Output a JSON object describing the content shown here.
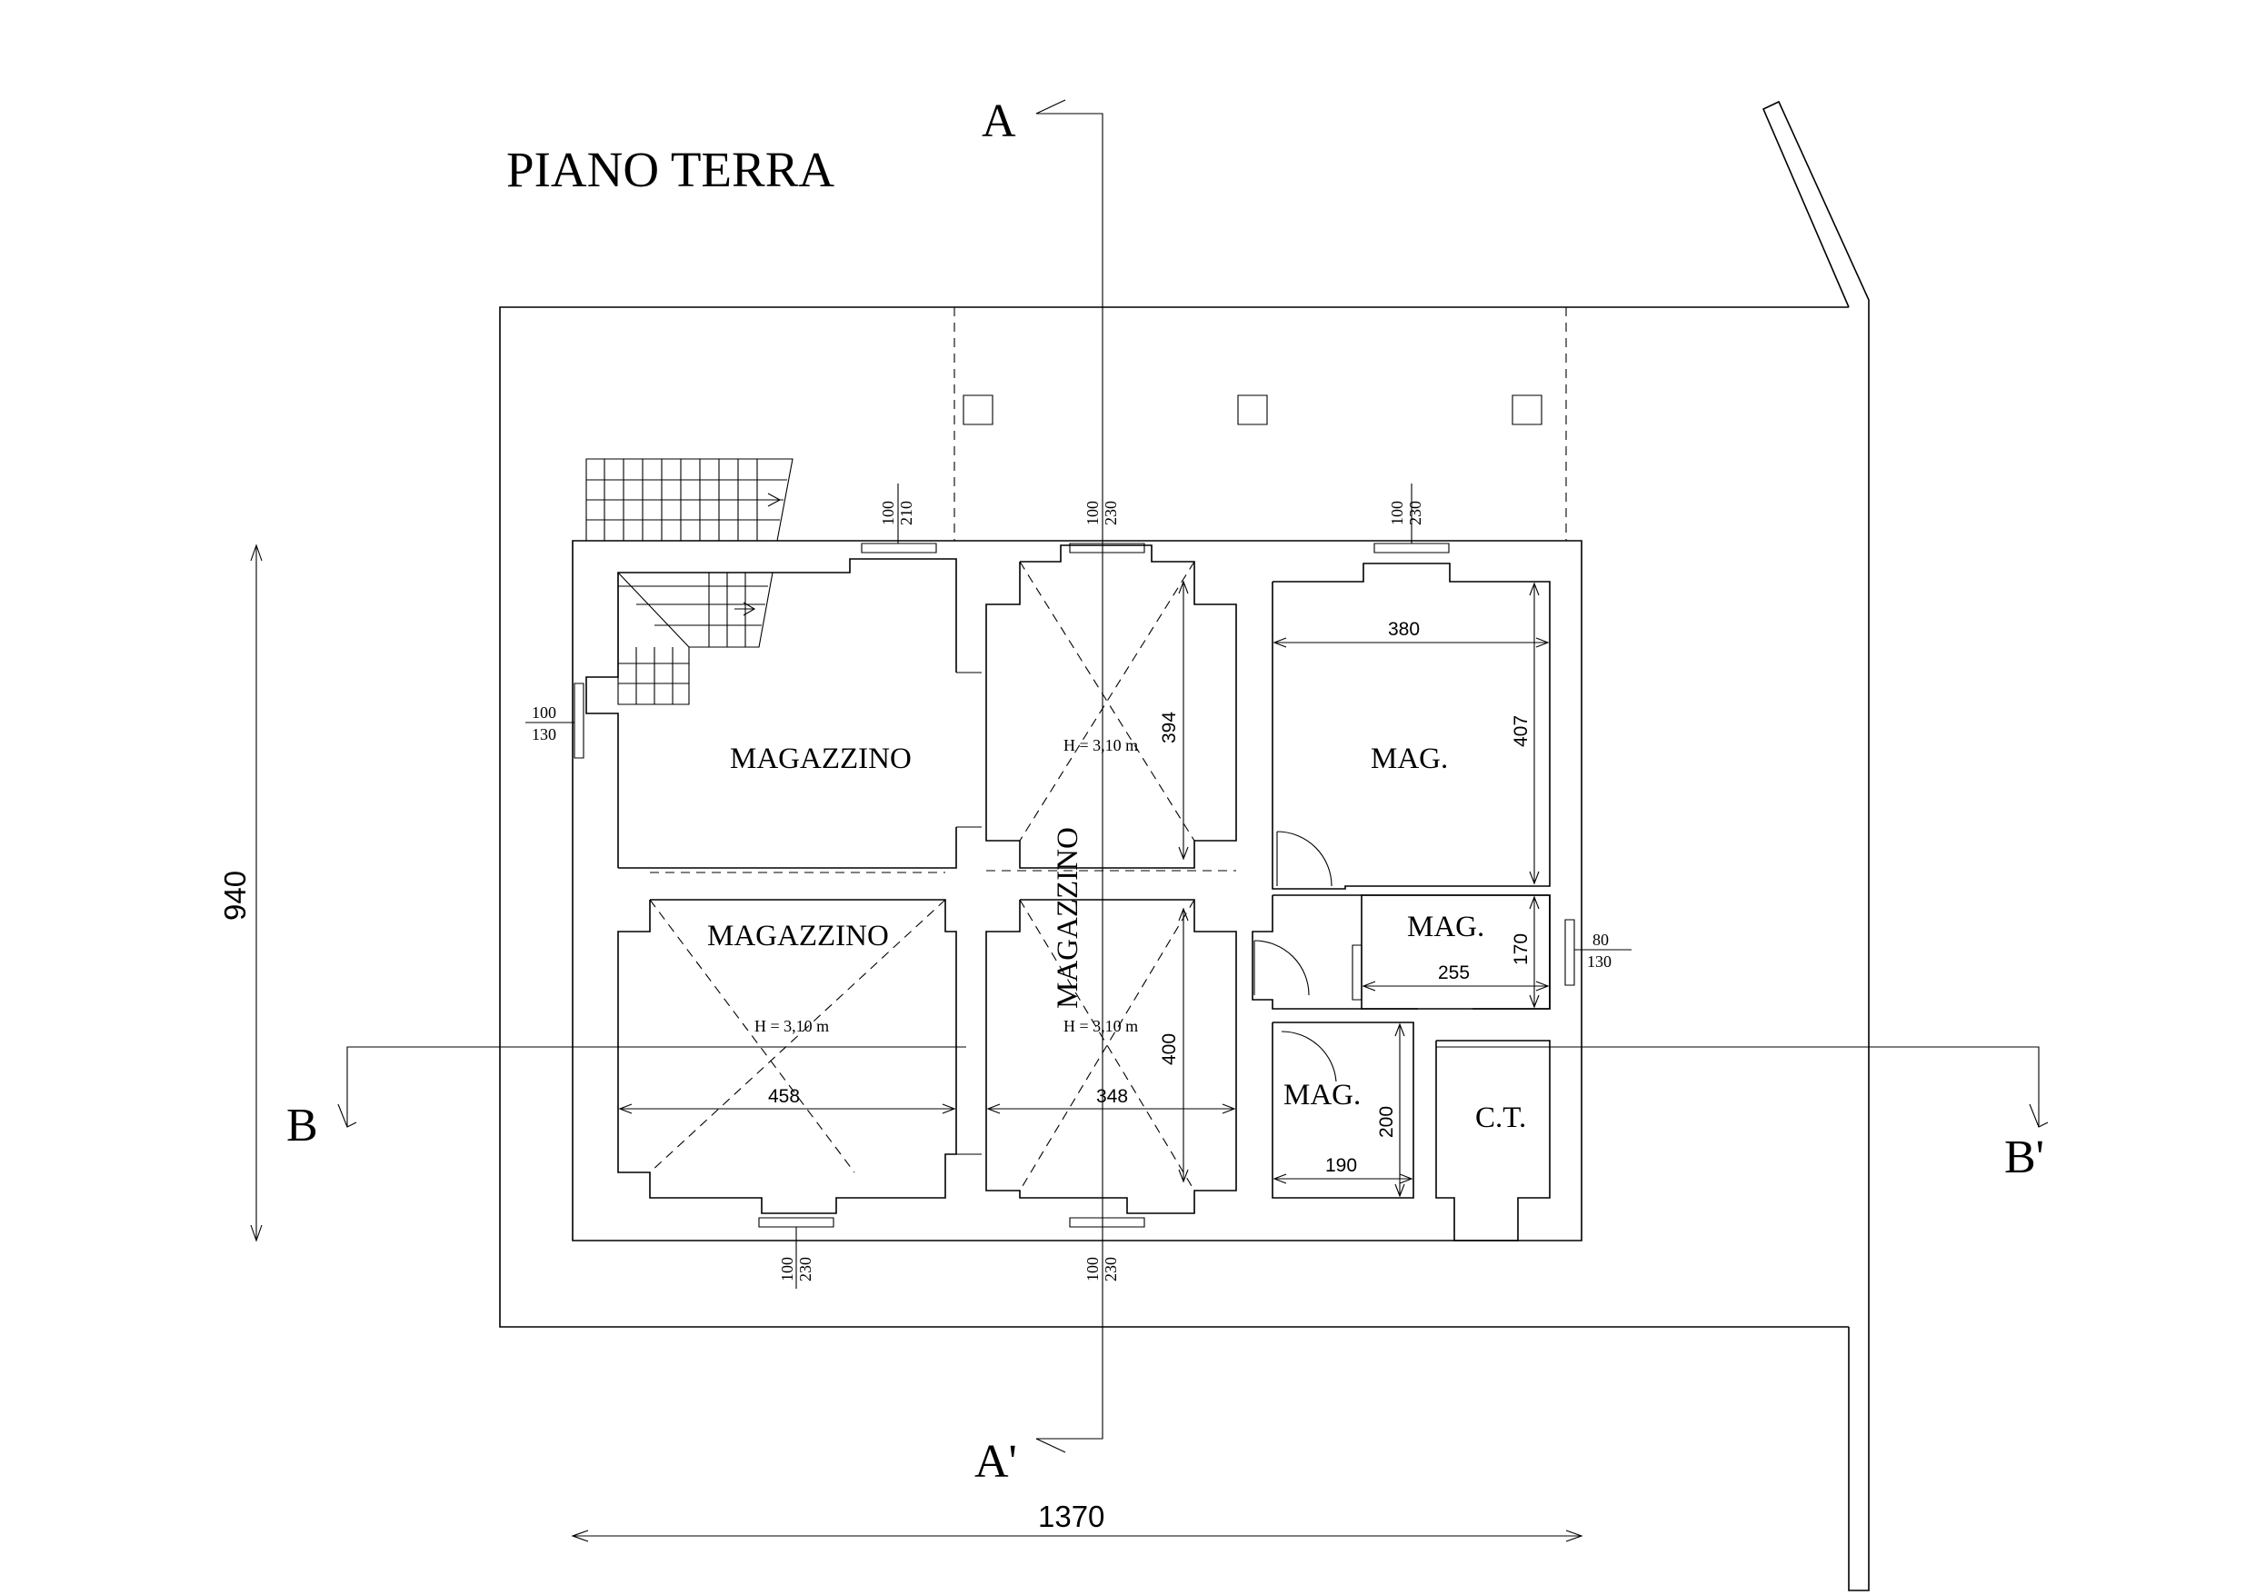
{
  "title": "PIANO TERRA",
  "rooms": {
    "magazzino_1": "MAGAZZINO",
    "magazzino_2": "MAGAZZINO",
    "magazzino_3": "MAGAZZINO",
    "mag_1": "MAG.",
    "mag_2": "MAG.",
    "mag_3": "MAG.",
    "ct": "C.T."
  },
  "ceiling_heights": {
    "h1": "H = 3,10 m",
    "h2": "H = 3,10 m",
    "h3": "H = 3,10 m"
  },
  "sections": {
    "a_top": "A",
    "a_bottom": "A'",
    "b_left": "B",
    "b_right": "B'"
  },
  "dimensions": {
    "overall_width": "1370",
    "overall_depth": "940",
    "room_458": "458",
    "room_348": "348",
    "room_394": "394",
    "room_400": "400",
    "room_380": "380",
    "room_407": "407",
    "room_255": "255",
    "room_170": "170",
    "room_190": "190",
    "room_200": "200"
  },
  "openings": {
    "top_1": {
      "w": "100",
      "h": "210"
    },
    "top_2": {
      "w": "100",
      "h": "230"
    },
    "top_3": {
      "w": "100",
      "h": "230"
    },
    "left": {
      "w": "100",
      "h": "130"
    },
    "right": {
      "w": "80",
      "h": "130"
    },
    "bottom_1": {
      "w": "100",
      "h": "230"
    },
    "bottom_2": {
      "w": "100",
      "h": "230"
    }
  }
}
